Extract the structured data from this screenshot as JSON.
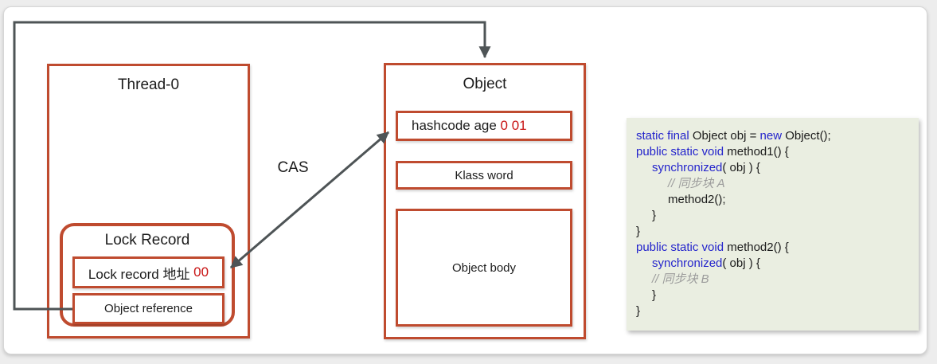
{
  "diagram": {
    "thread_box": {
      "title": "Thread-0"
    },
    "lock_record": {
      "title": "Lock Record",
      "address_label": "Lock record 地址 ",
      "address_value": "00",
      "object_reference": "Object reference"
    },
    "object_box": {
      "title": "Object",
      "hashcode_label": "hashcode age ",
      "hashcode_value": "0 01",
      "klass_word": "Klass word",
      "object_body": "Object body"
    },
    "cas_label": "CAS"
  },
  "code": {
    "lines": [
      {
        "indent": 0,
        "segments": [
          {
            "t": "static final ",
            "c": "kw"
          },
          {
            "t": "Object obj = ",
            "c": "pl"
          },
          {
            "t": "new",
            "c": "kw"
          },
          {
            "t": " Object();",
            "c": "pl"
          }
        ]
      },
      {
        "indent": 0,
        "segments": [
          {
            "t": "public static void",
            "c": "kw"
          },
          {
            "t": " method1() {",
            "c": "pl"
          }
        ]
      },
      {
        "indent": 1,
        "segments": [
          {
            "t": "synchronized",
            "c": "kw"
          },
          {
            "t": "( obj ) {",
            "c": "pl"
          }
        ]
      },
      {
        "indent": 2,
        "segments": [
          {
            "t": "// 同步块 A",
            "c": "cm"
          }
        ]
      },
      {
        "indent": 2,
        "segments": [
          {
            "t": "method2();",
            "c": "pl"
          }
        ]
      },
      {
        "indent": 1,
        "segments": [
          {
            "t": "}",
            "c": "pl"
          }
        ]
      },
      {
        "indent": 0,
        "segments": [
          {
            "t": "}",
            "c": "pl"
          }
        ]
      },
      {
        "indent": 0,
        "segments": [
          {
            "t": "public static void",
            "c": "kw"
          },
          {
            "t": " method2() {",
            "c": "pl"
          }
        ]
      },
      {
        "indent": 1,
        "segments": [
          {
            "t": "synchronized",
            "c": "kw"
          },
          {
            "t": "( obj ) {",
            "c": "pl"
          }
        ]
      },
      {
        "indent": 1,
        "segments": [
          {
            "t": "// 同步块 B",
            "c": "cm"
          }
        ]
      },
      {
        "indent": 1,
        "segments": [
          {
            "t": "}",
            "c": "pl"
          }
        ]
      },
      {
        "indent": 0,
        "segments": [
          {
            "t": "}",
            "c": "pl"
          }
        ]
      }
    ]
  },
  "colors": {
    "box_border_red": "#bf4b2f",
    "arrow_gray": "#4e5456",
    "value_red": "#c81414",
    "keyword_blue": "#2424cc",
    "comment_gray": "#9b9b9b",
    "code_background": "#eaeee1",
    "card_background": "#ffffff",
    "page_background": "#ededed"
  }
}
